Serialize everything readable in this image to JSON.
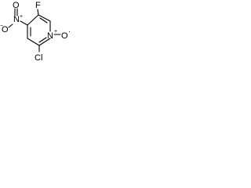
{
  "molecule": {
    "atoms": {
      "fluorine": "F",
      "nitro_nitrogen": "N",
      "nitro_charge": "+",
      "nitro_oxygen_1": "O",
      "nitro_oxygen_2": "O",
      "nitro_oxygen_2_charge": "−",
      "ring_nitrogen": "N",
      "ring_nitrogen_charge": "+",
      "n_oxide_oxygen": "O",
      "n_oxide_radical": "·",
      "chlorine": "Cl"
    }
  }
}
